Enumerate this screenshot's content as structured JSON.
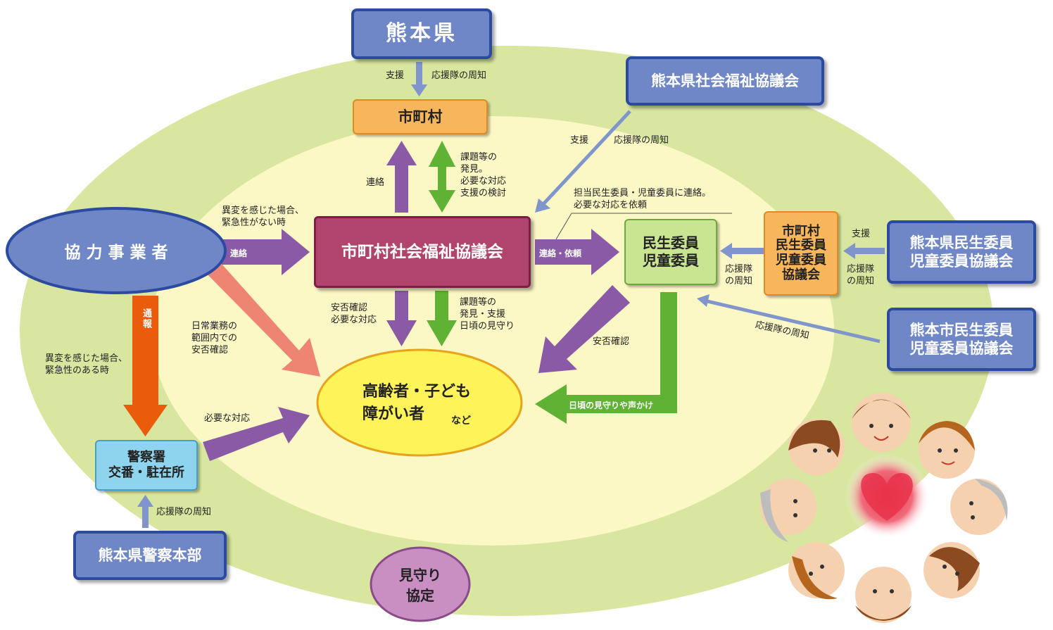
{
  "nodes": {
    "kumamoto_pref": "熊本県",
    "pref_social_welfare": "熊本県社会福祉協議会",
    "municipality": "市町村",
    "muni_social_welfare": "市町村社会福祉協議会",
    "cooperating_business": "協 力 事 業 者",
    "commissioners": [
      "民生委員",
      "児童委員"
    ],
    "muni_commissioners_council": [
      "市町村",
      "民生委員",
      "児童委員",
      "協議会"
    ],
    "pref_commissioners_council": [
      "熊本県民生委員",
      "児童委員協議会"
    ],
    "city_commissioners_council": [
      "熊本市民生委員",
      "児童委員協議会"
    ],
    "target": [
      "高齢者・子ども",
      "障がい者"
    ],
    "target_suffix": "など",
    "police": [
      "警察署",
      "交番・駐在所"
    ],
    "pref_police_hq": "熊本県警察本部",
    "agreement": [
      "見守り",
      "協定"
    ]
  },
  "labels": {
    "support_1": "支援",
    "team_notice_1": "応援隊の周知",
    "support_2": "支援",
    "team_notice_2": "応援隊の周知",
    "contact_up": "連絡",
    "issues_discovery": "課題等の\n発見。\n必要な対応\n支援の検討",
    "abnormal_nonurgent": "異変を感じた場合、\n緊急性がない時",
    "contact_arrow": "連絡",
    "contact_request_arrow": "連絡・依頼",
    "assigned_contact": "担当民生委員・児童委員に連絡。\n必要な対応を依頼",
    "support_3": "支援",
    "team_notice_3": "応援隊\nの周知",
    "team_notice_4": "応援隊\nの周知",
    "team_notice_5": "応援隊の周知",
    "safety_confirm_needed": "安否確認\n必要な対応",
    "issues_daily": "課題等の\n発見・支援\n日頃の見守り",
    "daily_work_safety": "日常業務の\n範囲内での\n安否確認",
    "report": "通報",
    "abnormal_urgent": "異変を感じた場合、\n緊急性のある時",
    "safety_confirm": "安否確認",
    "daily_watch": "日頃の見守りや声かけ",
    "needed_response": "必要な対応",
    "team_notice_6": "応援隊の周知"
  },
  "colors": {
    "outer_ellipse": "#d8e6a0",
    "inner_ellipse": "#fbf8c6",
    "purple_arrow": "#8a5aa6",
    "green_arrow": "#5fb233",
    "salmon_arrow": "#ee8472",
    "orange_arrow": "#ea5b0c",
    "blue_arrow": "#7f95cc"
  }
}
